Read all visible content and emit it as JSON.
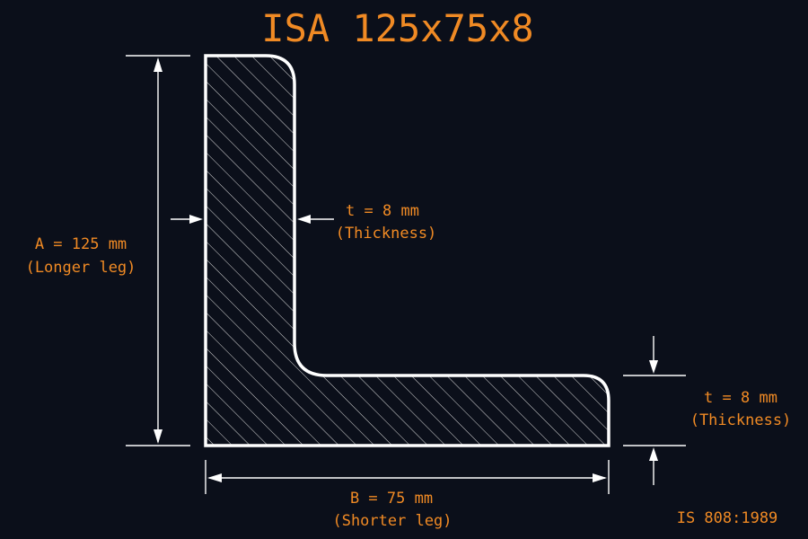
{
  "title": "ISA 125x75x8",
  "dimensions": {
    "a_value": "A = 125 mm",
    "a_desc": "(Longer leg)",
    "b_value": "B = 75 mm",
    "b_desc": "(Shorter leg)",
    "t_vertical_value": "t = 8 mm",
    "t_vertical_desc": "(Thickness)",
    "t_horizontal_value": "t = 8 mm",
    "t_horizontal_desc": "(Thickness)"
  },
  "standard": "IS 808:1989",
  "colors": {
    "background": "#0b0f1a",
    "accent": "#f08a24",
    "outline": "#ffffff"
  }
}
